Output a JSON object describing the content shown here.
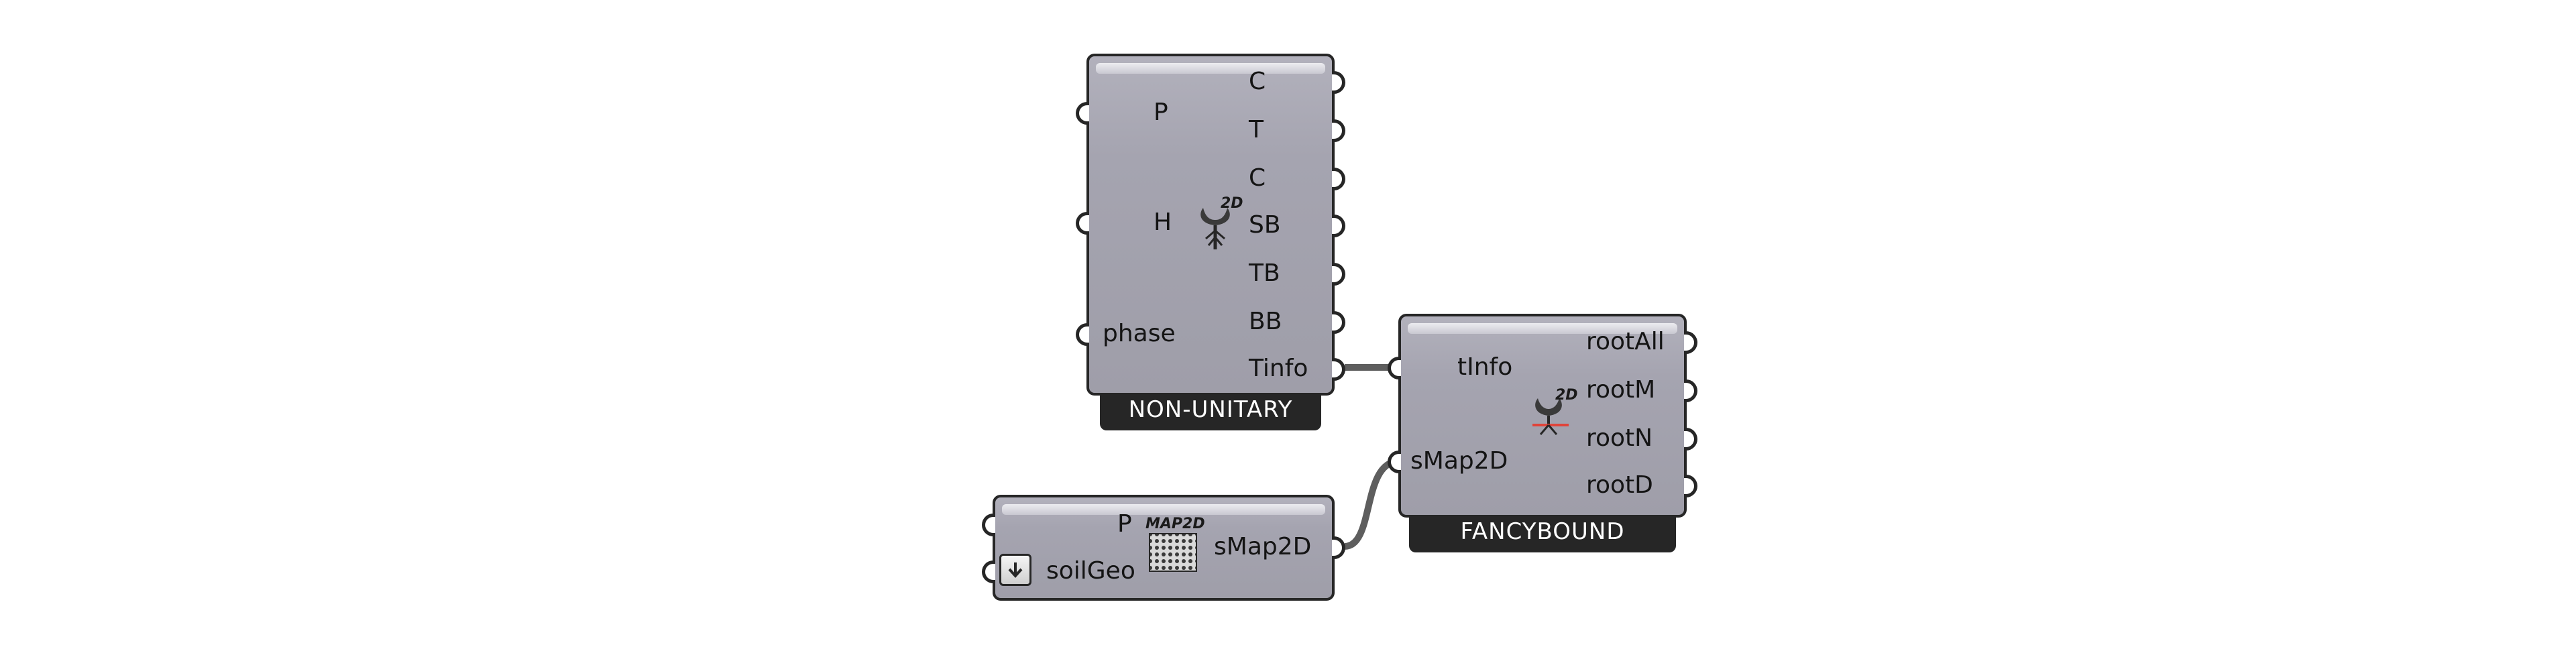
{
  "components": {
    "nonunitary": {
      "name": "NON-UNITARY",
      "icon": "tree-2d-icon",
      "icon_text": "2D",
      "inputs": [
        "P",
        "H",
        "phase"
      ],
      "outputs": [
        "C",
        "T",
        "C",
        "SB",
        "TB",
        "BB",
        "Tinfo"
      ]
    },
    "fancybound": {
      "name": "FANCYBOUND",
      "icon": "root-2d-icon",
      "icon_text": "2D",
      "inputs": [
        "tInfo",
        "sMap2D"
      ],
      "outputs": [
        "rootAll",
        "rootM",
        "rootN",
        "rootD"
      ]
    },
    "soilmap": {
      "icon": "map-2d-icon",
      "icon_text": "MAP2D",
      "inputs": [
        "P",
        "soilGeo"
      ],
      "outputs": [
        "sMap2D"
      ]
    }
  },
  "colors": {
    "component_fill": "#a5a4b0",
    "border": "#262626",
    "wire": "#5e5e5e",
    "nametag_bg": "#262626",
    "nametag_text": "#ffffff",
    "root_accent": "#e0443a"
  }
}
